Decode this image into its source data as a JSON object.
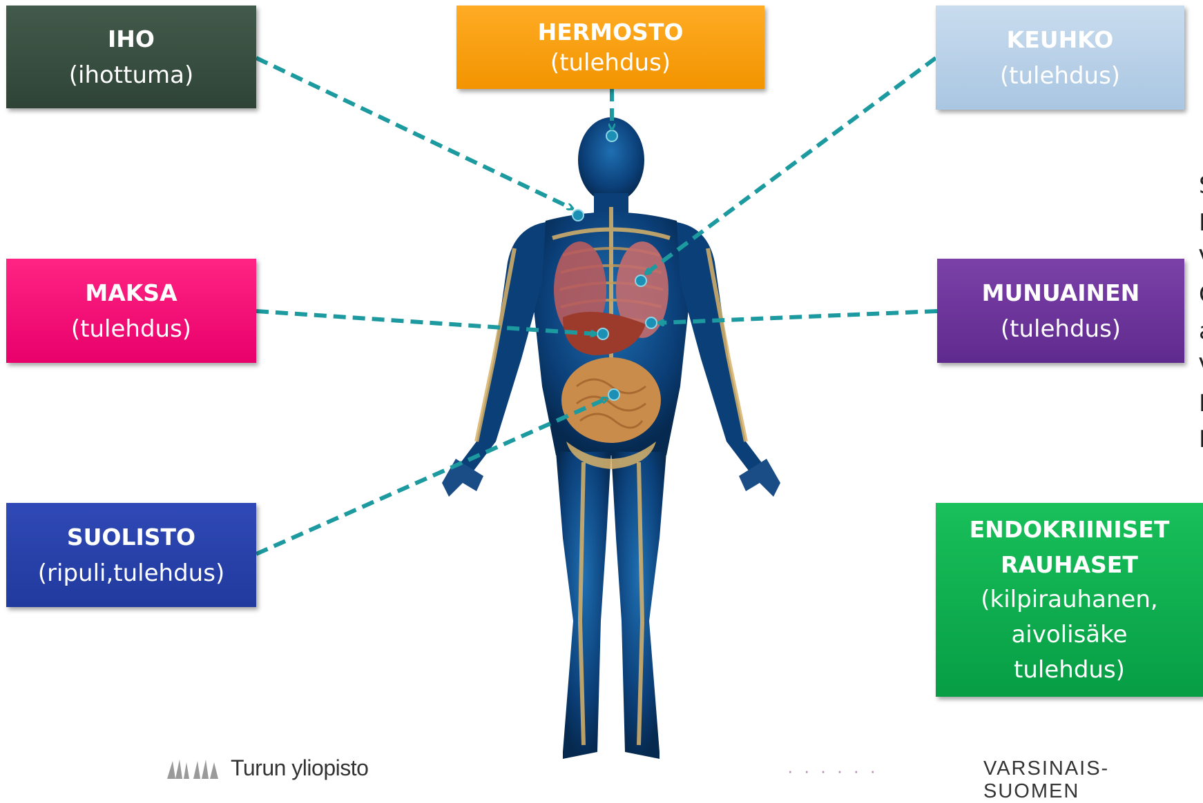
{
  "boxes": {
    "iho": {
      "title": "IHO",
      "subtitle": "(ihottuma)",
      "color": "#3a5143"
    },
    "hermosto": {
      "title": "HERMOSTO",
      "subtitle": "(tulehdus)",
      "color": "#f7a11b"
    },
    "keuhko": {
      "title": "KEUHKO",
      "subtitle": "(tulehdus)",
      "color": "#b8d0e8"
    },
    "maksa": {
      "title": "MAKSA",
      "subtitle": "(tulehdus)",
      "color": "#f50f78"
    },
    "munuainen": {
      "title": "MUNUAINEN",
      "subtitle": "(tulehdus)",
      "color": "#6c3499"
    },
    "suolisto": {
      "title": "SUOLISTO",
      "subtitle": "(ripuli,tulehdus)",
      "color": "#2842ab"
    },
    "endokriiniset": {
      "title_line1": "ENDOKRIINISET",
      "title_line2": "RAUHASET",
      "sub_line1": "(kilpirauhanen,",
      "sub_line2": "aivolisäke",
      "sub_line3": "tulehdus)",
      "color": "#10ae4f"
    }
  },
  "arrow_color": "#1c9aa0",
  "edge_letters": [
    "S",
    "I",
    "V",
    "C",
    "a",
    "V",
    "I",
    "I"
  ],
  "footer": {
    "turku": "Turun yliopisto",
    "middle": "· · · · · ·",
    "varsinais": "VARSINAIS-SUOMEN"
  }
}
